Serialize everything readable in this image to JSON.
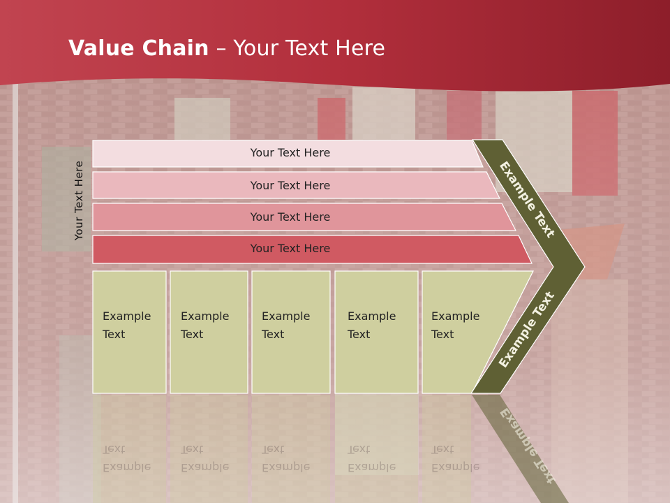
{
  "title": {
    "bold": "Value Chain",
    "rest": " – Your Text Here"
  },
  "side_label": "Your Text Here",
  "rows": [
    {
      "label": "Your Text Here",
      "color": "#f3dde0"
    },
    {
      "label": "Your Text Here",
      "color": "#eab8bd"
    },
    {
      "label": "Your Text Here",
      "color": "#e0959b"
    },
    {
      "label": "Your Text Here",
      "color": "#d05a62"
    }
  ],
  "cells": [
    {
      "line1": "Example",
      "line2": "Text"
    },
    {
      "line1": "Example",
      "line2": "Text"
    },
    {
      "line1": "Example",
      "line2": "Text"
    },
    {
      "line1": "Example",
      "line2": "Text"
    },
    {
      "line1": "Example",
      "line2": "Text"
    }
  ],
  "chevron_top": "Example Text",
  "chevron_bottom": "Example Text",
  "colors": {
    "header": "#b8323e",
    "chevron": "#5f6034",
    "cell": "#cfcf9f"
  }
}
